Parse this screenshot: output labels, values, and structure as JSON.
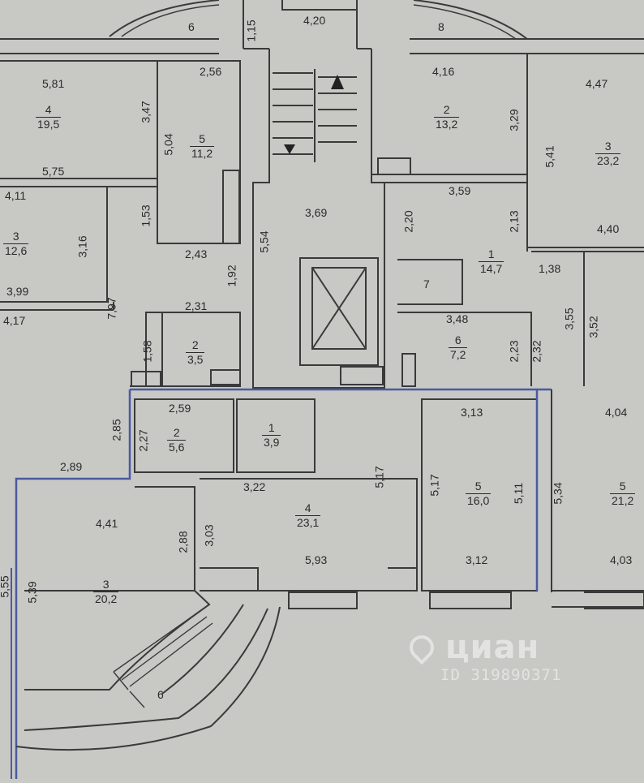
{
  "plan": {
    "dimensions_top": [
      "4,20",
      "1,15",
      "6",
      "8",
      "2,56",
      "4,16",
      "4,47",
      "5,81"
    ],
    "rooms": [
      {
        "id": "r4a",
        "number": "4",
        "area": "19,5"
      },
      {
        "id": "r5a",
        "number": "5",
        "area": "11,2"
      },
      {
        "id": "r2a",
        "number": "2",
        "area": "13,2"
      },
      {
        "id": "r3a",
        "number": "3",
        "area": "23,2"
      },
      {
        "id": "r3b",
        "number": "3",
        "area": "12,6"
      },
      {
        "id": "r1a",
        "number": "1",
        "area": "14,7"
      },
      {
        "id": "r2b",
        "number": "2",
        "area": "3,5"
      },
      {
        "id": "r6a",
        "number": "6",
        "area": "7,2"
      },
      {
        "id": "r2c",
        "number": "2",
        "area": "5,6"
      },
      {
        "id": "r1b",
        "number": "1",
        "area": "3,9"
      },
      {
        "id": "r4b",
        "number": "4",
        "area": "23,1"
      },
      {
        "id": "r5b",
        "number": "5",
        "area": "16,0"
      },
      {
        "id": "r5c",
        "number": "5",
        "area": "21,2"
      },
      {
        "id": "r3c",
        "number": "3",
        "area": "20,2"
      }
    ],
    "labels": {
      "d_3_47": "3,47",
      "d_5_04": "5,04",
      "d_5_75": "5,75",
      "d_3_29": "3,29",
      "d_5_41": "5,41",
      "d_3_59": "3,59",
      "d_4_11": "4,11",
      "d_1_53": "1,53",
      "d_3_69": "3,69",
      "d_2_20": "2,20",
      "d_2_13": "2,13",
      "d_4_40": "4,40",
      "d_3_16": "3,16",
      "d_5_54": "5,54",
      "d_2_43": "2,43",
      "d_1_38": "1,38",
      "d_1_92": "1,92",
      "d_7": "7",
      "d_3_99": "3,99",
      "d_4_17": "4,17",
      "d_7_97": "7,97",
      "d_2_31": "2,31",
      "d_3_48": "3,48",
      "d_3_55": "3,55",
      "d_3_52": "3,52",
      "d_1_58": "1,58",
      "d_2_23": "2,23",
      "d_2_32": "2,32",
      "d_2_59": "2,59",
      "d_3_13": "3,13",
      "d_4_04": "4,04",
      "d_2_85": "2,85",
      "d_2_27": "2,27",
      "d_5_17a": "5,17",
      "d_5_17b": "5,17",
      "d_5_11": "5,11",
      "d_5_34": "5,34",
      "d_2_89": "2,89",
      "d_3_22": "3,22",
      "d_4_41": "4,41",
      "d_2_88": "2,88",
      "d_3_03": "3,03",
      "d_5_93": "5,93",
      "d_3_12": "3,12",
      "d_4_03": "4,03",
      "d_5_55": "5,55",
      "d_5_39": "5,39",
      "d_6b": "6"
    }
  },
  "watermark": {
    "brand": "циан",
    "id": "ID 319890371"
  }
}
